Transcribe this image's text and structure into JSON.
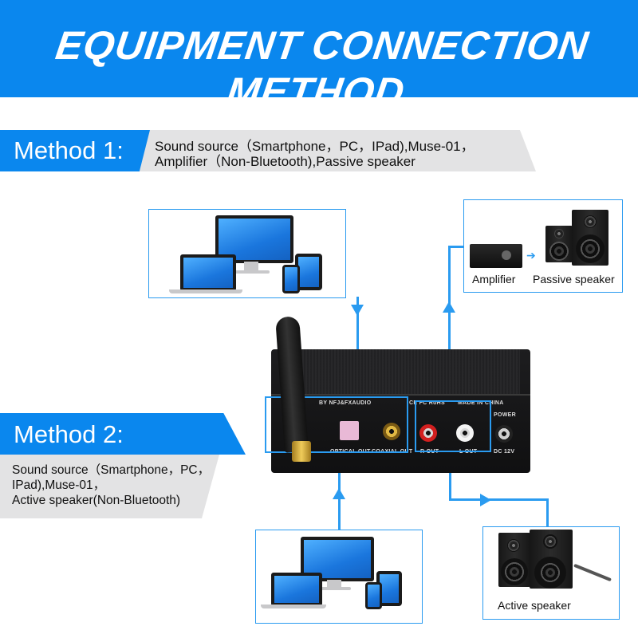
{
  "banner": {
    "title": "EQUIPMENT CONNECTION METHOD"
  },
  "method1": {
    "label": "Method 1:",
    "desc_line1": "Sound source（Smartphone，PC，IPad),Muse-01，",
    "desc_line2": "Amplifier（Non-Bluetooth),Passive speaker"
  },
  "method2": {
    "label": "Method 2:",
    "desc_line1": "Sound source（Smartphone，PC，",
    "desc_line2": "IPad),Muse-01，",
    "desc_line3": "Active speaker(Non-Bluetooth)"
  },
  "captions": {
    "amplifier": "Amplifier",
    "passive_speaker": "Passive speaker",
    "active_speaker": "Active speaker"
  },
  "device_panel": {
    "brand": "BY NFJ&FXAUDIO",
    "certs": "CE FC RoHS",
    "made_in": "MADE IN CHINA",
    "power": "POWER",
    "optical_out": "OPTICAL OUT",
    "coaxial_out": "COAXIAL OUT",
    "r_out": "R OUT",
    "l_out": "L OUT",
    "dc": "DC 12V"
  },
  "colors": {
    "accent": "#0a87ee",
    "box_border": "#2a9bf0",
    "gray_band": "#e3e3e4"
  },
  "icons": [
    "monitor-icon",
    "laptop-icon",
    "tablet-icon",
    "smartphone-icon",
    "amplifier-icon",
    "speaker-icon",
    "arrow-icon"
  ]
}
